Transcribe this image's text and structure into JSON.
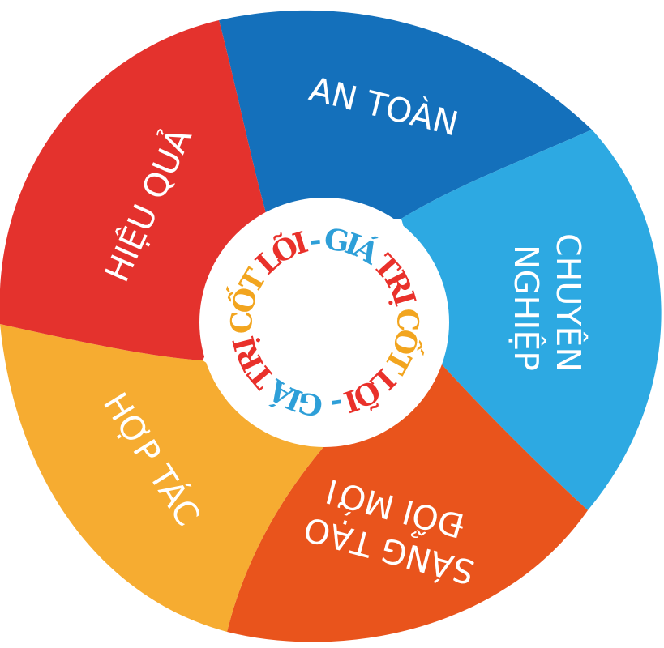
{
  "center": {
    "ring_text": "GIÁ TRỊ CỐT LÕI - GIÁ TRỊ CỐT LÕI -",
    "ring_colors": [
      "#2e9fd8",
      "#e9312b",
      "#f2a51f",
      "#e9312b",
      "#2e9fd8"
    ]
  },
  "segments": [
    {
      "id": "an-toan",
      "lines": [
        "AN TOÀN"
      ],
      "color": "#1470bb"
    },
    {
      "id": "chuyen-nghiep",
      "lines": [
        "CHUYÊN",
        "NGHIỆP"
      ],
      "color": "#2da9e2"
    },
    {
      "id": "doi-moi",
      "lines": [
        "SÁNG TẠO",
        "ĐỔI MỚI"
      ],
      "color": "#e9541c"
    },
    {
      "id": "hop-tac",
      "lines": [
        "HỢP TÁC"
      ],
      "color": "#f6ac31"
    },
    {
      "id": "hieu-qua",
      "lines": [
        "HIỆU QUẢ"
      ],
      "color": "#e4322d"
    }
  ]
}
